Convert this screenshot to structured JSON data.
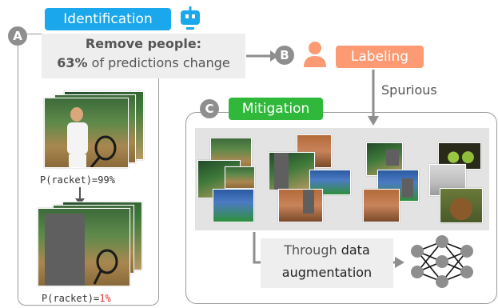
{
  "steps": {
    "a": {
      "letter": "A",
      "label": "Identification"
    },
    "b": {
      "letter": "B",
      "label": "Labeling"
    },
    "c": {
      "letter": "C",
      "label": "Mitigation"
    }
  },
  "identification_box": {
    "title": "Remove people:",
    "percent": "63%",
    "rest": " of predictions change"
  },
  "predictions": {
    "before_prefix": "P(racket)=",
    "before_value": "99%",
    "after_prefix": "P(racket)=",
    "after_value": "1%"
  },
  "spurious_label": "Spurious",
  "augmentation": {
    "line1_plain": "Through ",
    "line1_bold": "data",
    "line2": "augmentation"
  },
  "colors": {
    "identification": "#1aa7ec",
    "labeling": "#fb9a73",
    "mitigation": "#2fb83a",
    "badge": "#8e8e8e",
    "low_prob": "#d9302a"
  },
  "icons": [
    "robot-icon",
    "person-icon",
    "neural-network-icon"
  ]
}
